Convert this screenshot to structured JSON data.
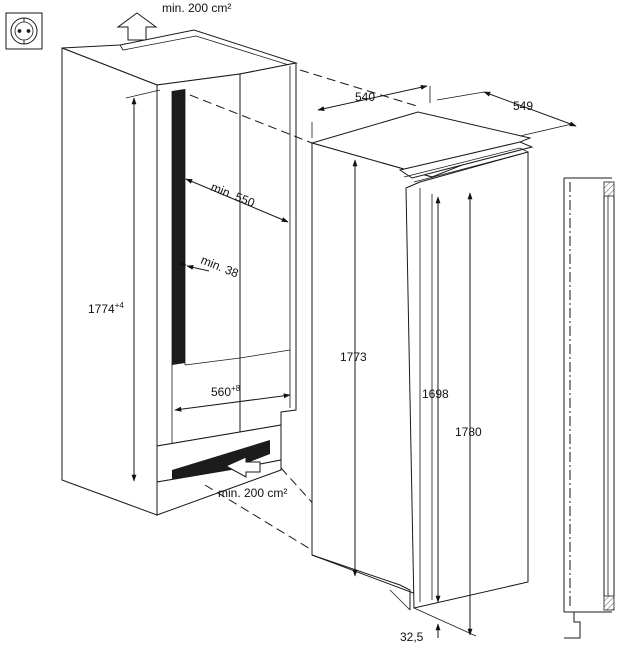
{
  "diagram": {
    "socket_icon": "power-socket-icon",
    "airflow": {
      "top_vent": "min. 200 cm²",
      "bottom_vent": "min. 200 cm²"
    },
    "niche": {
      "height": "1774",
      "height_tol": "+4",
      "width": "560",
      "width_tol": "+8",
      "depth": "min. 550",
      "rear_gap": "min. 38"
    },
    "appliance": {
      "width": "540",
      "depth": "549",
      "body_height": "1773",
      "door_height": "1698",
      "total_height": "1780",
      "door_offset": "32,5"
    }
  }
}
